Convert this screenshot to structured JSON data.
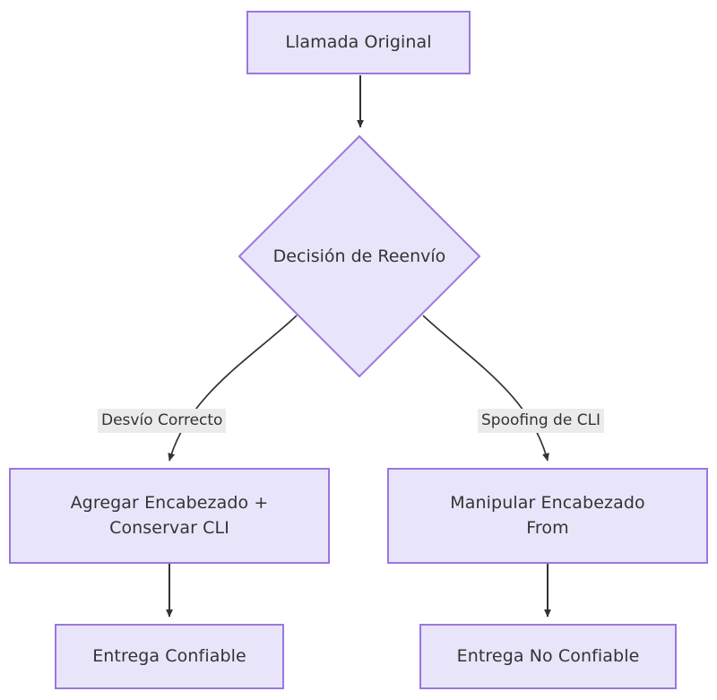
{
  "diagram": {
    "type": "flowchart",
    "direction": "top-down",
    "background_color": "#ffffff",
    "node_fill_color": "#e8e5fb",
    "node_border_color": "#9a77dd",
    "node_text_color": "#333333",
    "edge_color": "#333333",
    "edge_label_background": "#ebebeb",
    "nodes": [
      {
        "id": "llamada-original",
        "shape": "rectangle",
        "label": "Llamada Original"
      },
      {
        "id": "decision-de-reenvio",
        "shape": "diamond",
        "label": "Decisión de Reenvío"
      },
      {
        "id": "agregar-encabezado",
        "shape": "rectangle",
        "label": "Agregar Encabezado +\nConservar CLI"
      },
      {
        "id": "manipular-encabezado",
        "shape": "rectangle",
        "label": "Manipular Encabezado\nFrom"
      },
      {
        "id": "entrega-confiable",
        "shape": "rectangle",
        "label": "Entrega Confiable"
      },
      {
        "id": "entrega-no-confiable",
        "shape": "rectangle",
        "label": "Entrega No Confiable"
      }
    ],
    "edges": [
      {
        "from": "llamada-original",
        "to": "decision-de-reenvio",
        "label": ""
      },
      {
        "from": "decision-de-reenvio",
        "to": "agregar-encabezado",
        "label": "Desvío Correcto"
      },
      {
        "from": "decision-de-reenvio",
        "to": "manipular-encabezado",
        "label": "Spoofing de CLI"
      },
      {
        "from": "agregar-encabezado",
        "to": "entrega-confiable",
        "label": ""
      },
      {
        "from": "manipular-encabezado",
        "to": "entrega-no-confiable",
        "label": ""
      }
    ]
  }
}
